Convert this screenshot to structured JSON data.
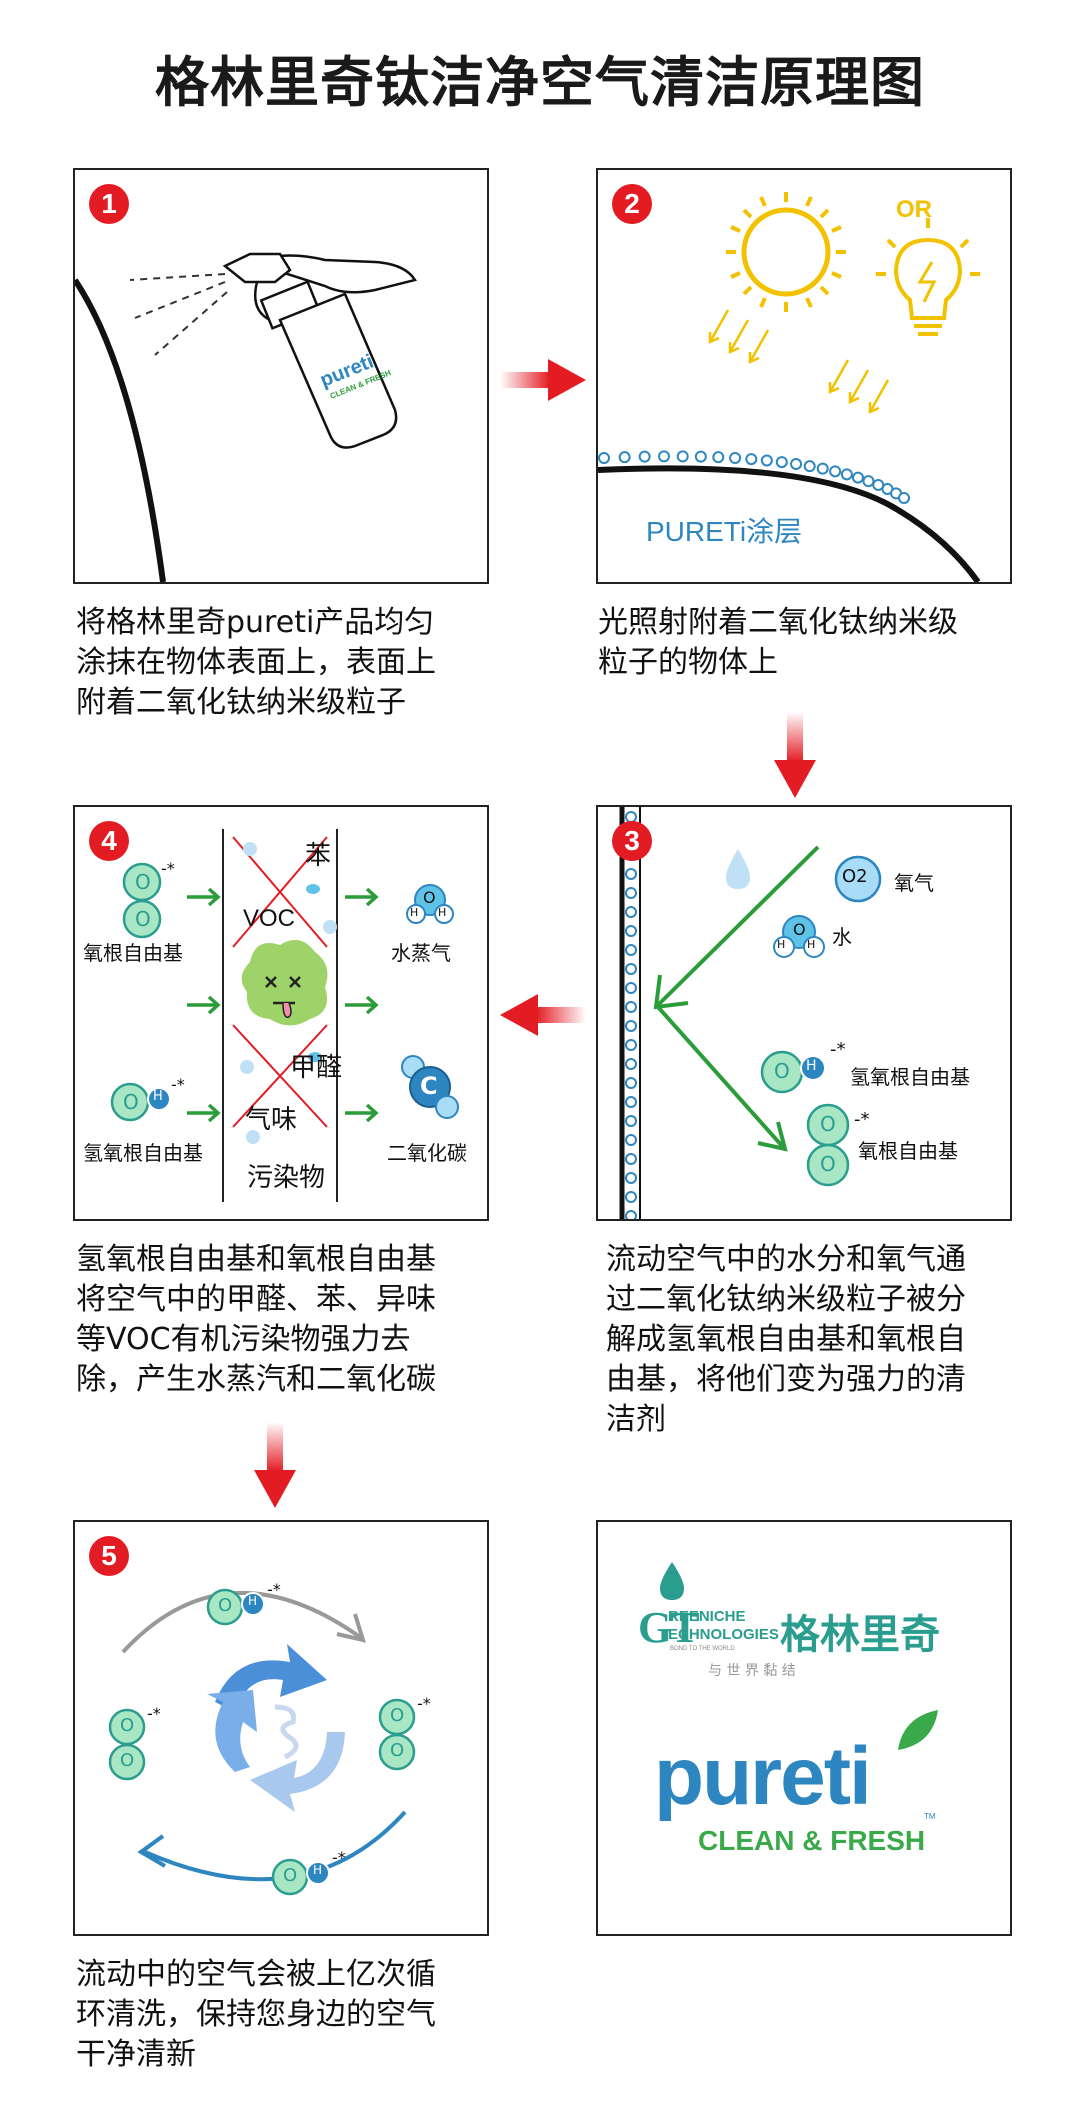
{
  "title": "格林里奇钛洁净空气清洁原理图",
  "steps": [
    {
      "num": "1",
      "caption": "将格林里奇pureti产品均匀\n涂抹在物体表面上，表面上\n附着二氧化钛纳米级粒子"
    },
    {
      "num": "2",
      "caption": "光照射附着二氧化钛纳米级\n粒子的物体上"
    },
    {
      "num": "3",
      "caption": "流动空气中的水分和氧气通\n过二氧化钛纳米级粒子被分\n解成氢氧根自由基和氧根自\n由基，将他们变为强力的清\n洁剂"
    },
    {
      "num": "4",
      "caption": "氢氧根自由基和氧根自由基\n将空气中的甲醛、苯、异味\n等VOC有机污染物强力去\n除，产生水蒸汽和二氧化碳"
    },
    {
      "num": "5",
      "caption": "流动中的空气会被上亿次循\n环清洗，保持您身边的空气\n干净清新"
    }
  ],
  "panel1": {
    "bottle_brand": "pureti",
    "bottle_sub": "CLEAN & FRESH"
  },
  "panel2": {
    "or_label": "OR",
    "coating_label": "PURETi涂层"
  },
  "panel3": {
    "oxygen": "氧气",
    "water": "水",
    "hydroxyl": "氢氧根自由基",
    "oxygen_radical": "氧根自由基",
    "o2_symbol": "O2",
    "h": "H",
    "o": "O",
    "minus_star": "-*"
  },
  "panel4": {
    "oxygen_radical": "氧根自由基",
    "hydroxyl": "氢氧根自由基",
    "benzene": "苯",
    "voc": "VOC",
    "formaldehyde": "甲醛",
    "odor": "气味",
    "pollutant": "污染物",
    "vapor": "水蒸气",
    "co2": "二氧化碳",
    "c": "C",
    "h": "H",
    "o": "O",
    "minus_star": "-*"
  },
  "panel5": {
    "h": "H",
    "o": "O",
    "minus_star": "-*"
  },
  "logo": {
    "greeniche_line1": "REENICHE",
    "greeniche_line2": "ECHNOLOGIES",
    "greeniche_letters": "GT",
    "greeniche_tiny": "BOND TO THE WORLD",
    "chinese_brand": "格林里奇",
    "slogan": "与 世 界 黏 结",
    "pureti": "pureti",
    "tm": "TM",
    "clean_fresh": "CLEAN & FRESH"
  },
  "colors": {
    "red": "#e31c23",
    "green": "#2a9d3a",
    "blue": "#2e86c1",
    "yellow": "#f2c200",
    "teal": "#2a9d8f",
    "mint": "#a8e6c4"
  }
}
